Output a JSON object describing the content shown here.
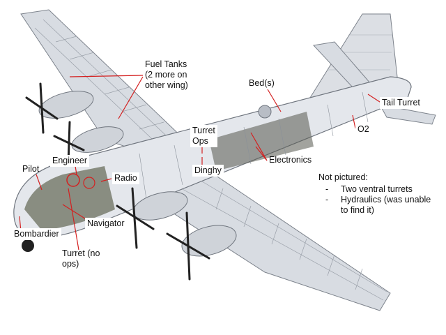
{
  "labels": {
    "fuel_tanks": [
      "Fuel Tanks",
      "(2 more on",
      "other wing)"
    ],
    "beds": "Bed(s)",
    "tail_turret": "Tail Turret",
    "o2": "O2",
    "turret_ops": [
      "Turret",
      "Ops"
    ],
    "electronics": "Electronics",
    "dinghy": "Dinghy",
    "engineer": "Engineer",
    "pilot": "Pilot",
    "radio": "Radio",
    "navigator": "Navigator",
    "bombardier": "Bombardier",
    "turret_no_ops": [
      "Turret (no",
      "ops)"
    ]
  },
  "notes": {
    "heading": "Not pictured:",
    "items": [
      [
        "Two ventral turrets"
      ],
      [
        "Hydraulics (was unable",
        "to find it)"
      ]
    ]
  },
  "colors": {
    "leader_line": "#d42020",
    "airframe": "#c9ced6",
    "airframe_dark": "#8a9099",
    "skin": "#e4e7ec"
  }
}
